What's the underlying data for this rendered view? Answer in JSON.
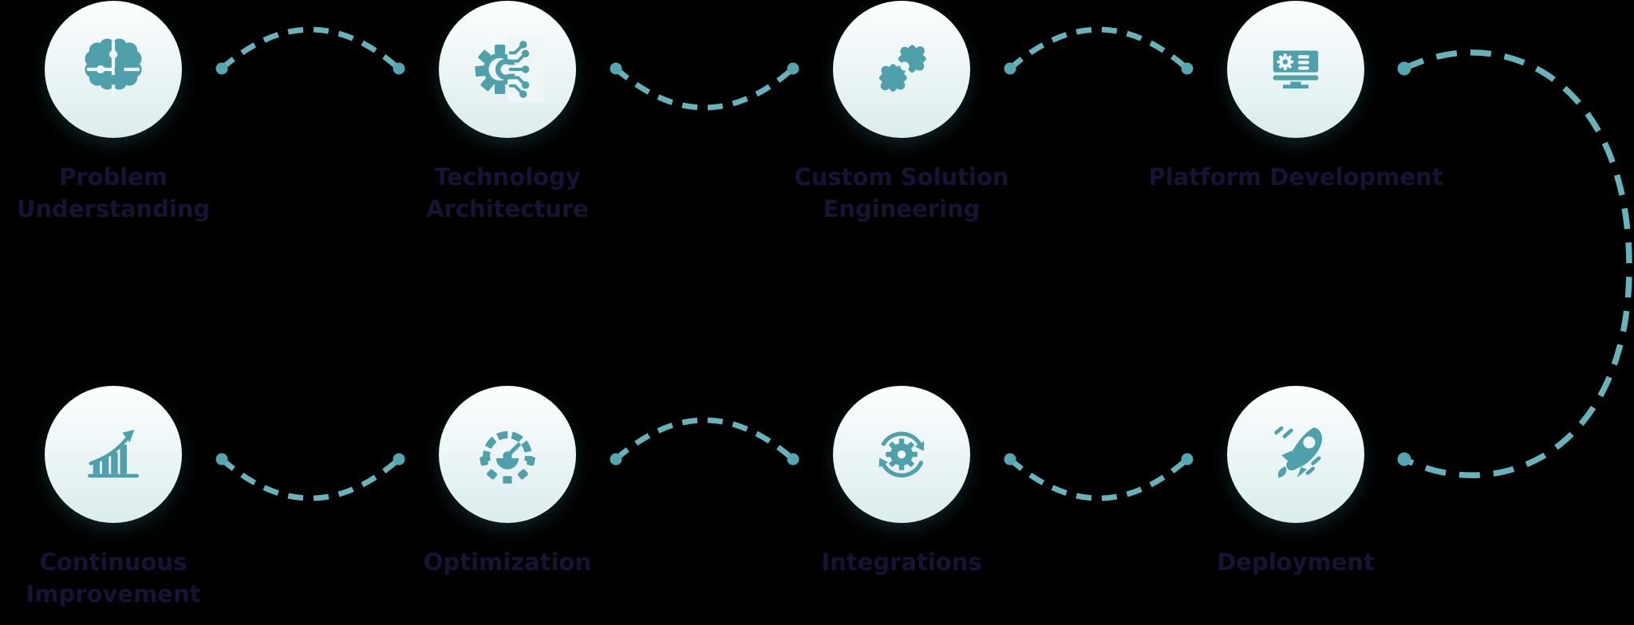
{
  "diagram": {
    "kind": "process-flow",
    "background": "#000000",
    "colors": {
      "icon_teal": "#4fa0ab",
      "dot_teal": "#55a6b0",
      "dash_teal": "#68b2bb",
      "circle_gradient_top": "#fcfeff",
      "circle_gradient_bottom": "#dceced",
      "label_color": "#181233"
    }
  },
  "rows": [
    {
      "steps": [
        {
          "label": "Problem Understanding",
          "icon": "brain-puzzle-icon"
        },
        {
          "label": "Technology Architecture",
          "icon": "ai-gear-circuit-icon"
        },
        {
          "label": "Custom Solution Engineering",
          "icon": "puzzle-pieces-icon"
        },
        {
          "label": "Platform Development",
          "icon": "monitor-settings-icon"
        }
      ]
    },
    {
      "steps": [
        {
          "label": "Continuous Improvement",
          "icon": "growth-chart-icon"
        },
        {
          "label": "Optimization",
          "icon": "gauge-gear-icon"
        },
        {
          "label": "Integrations",
          "icon": "sync-gear-icon"
        },
        {
          "label": "Deployment",
          "icon": "rocket-icon"
        }
      ]
    }
  ]
}
